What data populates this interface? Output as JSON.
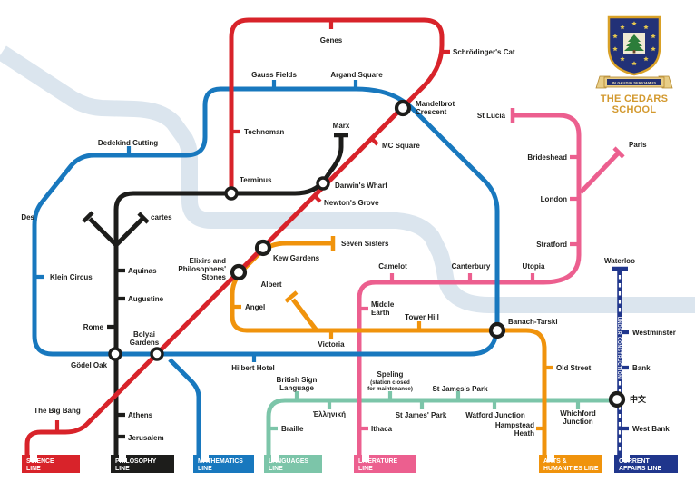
{
  "crest": {
    "motto": "IN GAUDIO SERVIAMUS",
    "name_line1": "THE CEDARS",
    "name_line2": "SCHOOL"
  },
  "colors": {
    "science": "#d8232a",
    "philosophy": "#1d1d1b",
    "mathematics": "#1878be",
    "languages": "#7cc5a9",
    "literature": "#ec5f8f",
    "arts": "#f0930c",
    "current": "#20368c",
    "river": "#dbe5ee"
  },
  "lines": {
    "science": {
      "legend1": "SCIENCE",
      "legend2": "LINE",
      "stations": {
        "genes": "Genes",
        "schrodinger": "Schrödinger's Cat",
        "technoman": "Technoman",
        "terminus": "Terminus",
        "mc_square": "MC Square",
        "darwins_wharf": "Darwin's Wharf",
        "newtons_grove": "Newton's Grove",
        "big_bang": "The Big Bang"
      }
    },
    "philosophy": {
      "legend1": "PHILOSOPHY",
      "legend2": "LINE",
      "stations": {
        "des": "Des",
        "cartes": "cartes",
        "aquinas": "Aquinas",
        "augustine": "Augustine",
        "rome": "Rome",
        "athens": "Athens",
        "jerusalem": "Jerusalem",
        "marx": "Marx"
      }
    },
    "mathematics": {
      "legend1": "MATHEMATICS",
      "legend2": "LINE",
      "stations": {
        "gauss": "Gauss Fields",
        "argand": "Argand Square",
        "dedekind": "Dedekind Cutting",
        "klein": "Klein Circus",
        "mandelbrot1": "Mandelbrot",
        "mandelbrot2": "Crescent",
        "godel": "Gödel Oak",
        "bolyai1": "Bolyai",
        "bolyai2": "Gardens",
        "hilbert": "Hilbert Hotel",
        "banach": "Banach-Tarski"
      }
    },
    "arts": {
      "legend1": "ARTS &",
      "legend2": "HUMANITIES LINE",
      "stations": {
        "seven_sisters": "Seven Sisters",
        "kew": "Kew Gardens",
        "elixirs1": "Elixirs and",
        "elixirs2": "Philosophers'",
        "elixirs3": "Stones",
        "albert": "Albert",
        "angel": "Angel",
        "victoria": "Victoria",
        "tower_hill": "Tower Hill",
        "old_street": "Old Street",
        "hampstead1": "Hampstead",
        "hampstead2": "Heath"
      }
    },
    "literature": {
      "legend1": "LITERATURE",
      "legend2": "LINE",
      "stations": {
        "st_lucia": "St Lucia",
        "paris": "Paris",
        "brideshead": "Brideshead",
        "london": "London",
        "stratford": "Stratford",
        "utopia": "Utopia",
        "canterbury": "Canterbury",
        "camelot": "Camelot",
        "middle_earth1": "Middle",
        "middle_earth2": "Earth",
        "ithaca": "Ithaca"
      }
    },
    "languages": {
      "legend1": "LANGUAGES",
      "legend2": "LINE",
      "stations": {
        "braille": "Braille",
        "bsl1": "British Sign",
        "bsl2": "Language",
        "greek": "Ἑλληνική",
        "speling": "Speling",
        "speling_note1": "(station closed",
        "speling_note2": "for maintenance)",
        "st_jamess": "St James's Park",
        "st_james": "St James' Park",
        "watford": "Watford Junction",
        "whichford1": "Whichford",
        "whichford2": "Junction",
        "chinese": "中文"
      }
    },
    "current": {
      "legend1": "CURRENT",
      "legend2": "AFFAIRS LINE",
      "note": "UNDER CONSTRUCTION",
      "stations": {
        "waterloo": "Waterloo",
        "westminster": "Westminster",
        "bank": "Bank",
        "west_bank": "West Bank"
      }
    }
  }
}
